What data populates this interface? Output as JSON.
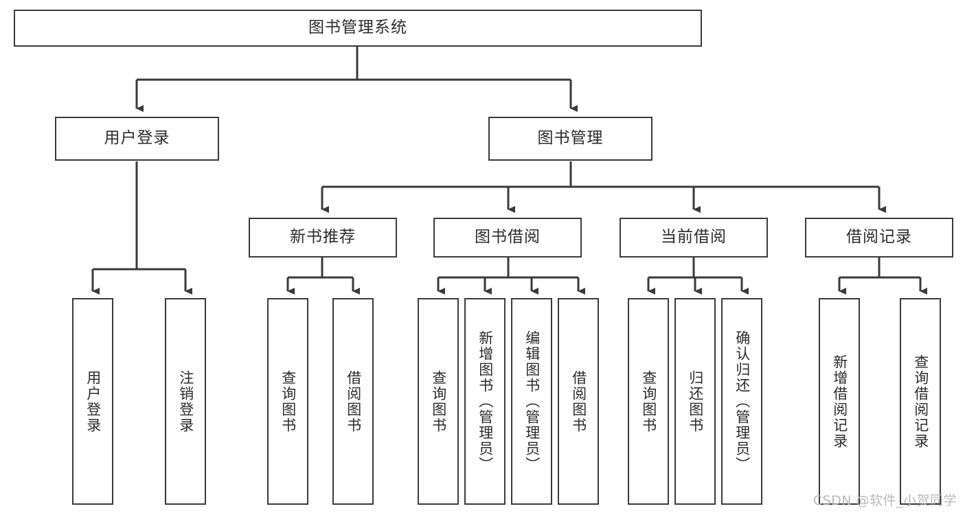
{
  "diagram": {
    "title": "图书管理系统",
    "type": "tree-hierarchy",
    "root": {
      "label": "图书管理系统"
    },
    "level2": [
      {
        "label": "用户登录"
      },
      {
        "label": "图书管理"
      }
    ],
    "level3": [
      {
        "label": "新书推荐"
      },
      {
        "label": "图书借阅"
      },
      {
        "label": "当前借阅"
      },
      {
        "label": "借阅记录"
      }
    ],
    "leaves": {
      "user_login": [
        {
          "label": "用户登录"
        },
        {
          "label": "注销登录"
        }
      ],
      "new_book_recommend": [
        {
          "label": "查询图书"
        },
        {
          "label": "借阅图书"
        }
      ],
      "book_borrow": [
        {
          "label": "查询图书"
        },
        {
          "label": "新增图书（管理员）"
        },
        {
          "label": "编辑图书（管理员）"
        },
        {
          "label": "借阅图书"
        }
      ],
      "current_borrow": [
        {
          "label": "查询图书"
        },
        {
          "label": "归还图书"
        },
        {
          "label": "确认归还（管理员）"
        }
      ],
      "borrow_records": [
        {
          "label": "新增借阅记录"
        },
        {
          "label": "查询借阅记录"
        }
      ]
    }
  },
  "watermark": {
    "text": "CSDN @软件_小贺同学"
  },
  "colors": {
    "box_border": "#3a3a3a",
    "box_fill": "#ffffff",
    "text": "#2b2b2b",
    "connector": "#3a3a3a",
    "watermark": "#b9b9b9",
    "page_background": "#ffffff"
  }
}
